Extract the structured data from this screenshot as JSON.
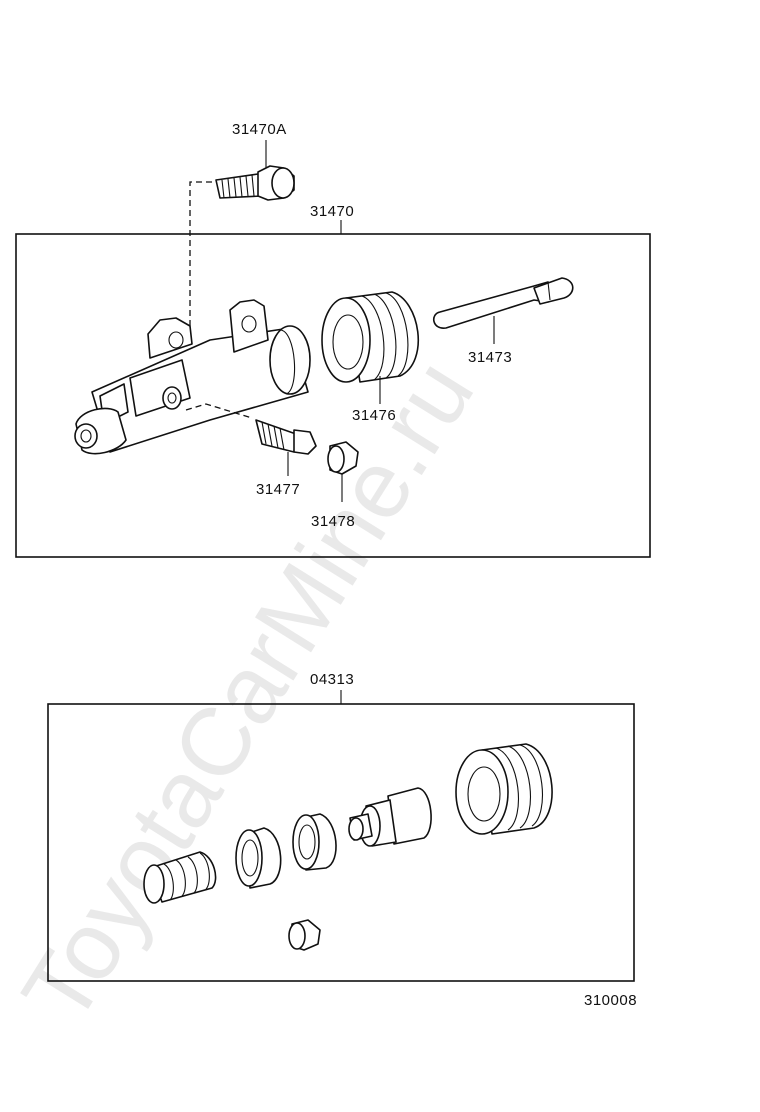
{
  "watermark": "ToyotaCarMine.ru",
  "groups": [
    {
      "id": "assembly",
      "label": "31470"
    },
    {
      "id": "kit",
      "label": "04313"
    }
  ],
  "parts": [
    {
      "id": "bolt",
      "label": "31470A"
    },
    {
      "id": "rod",
      "label": "31473"
    },
    {
      "id": "boot",
      "label": "31476"
    },
    {
      "id": "bleeder",
      "label": "31477"
    },
    {
      "id": "cap",
      "label": "31478"
    }
  ],
  "diagram_code": "310008"
}
